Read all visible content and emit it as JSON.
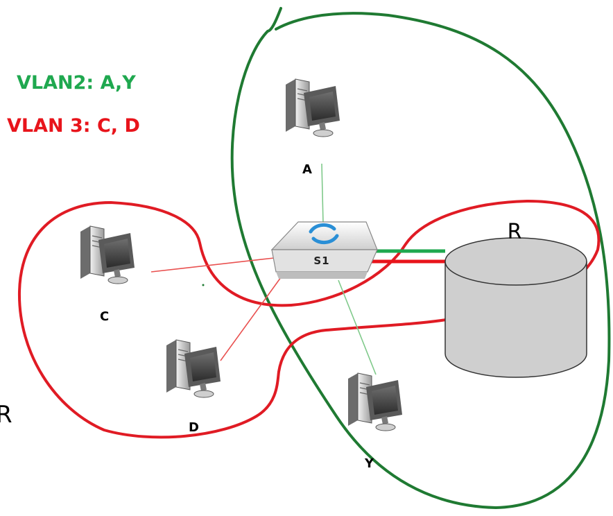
{
  "legend": {
    "vlan2": {
      "text": "VLAN2: A,Y",
      "color": "#1fa84f"
    },
    "vlan3": {
      "text": "VLAN 3: C, D",
      "color": "#e8141b"
    }
  },
  "nodes": {
    "a": "A",
    "c": "C",
    "d": "D",
    "y": "Y",
    "switch": "S1",
    "router": "R"
  },
  "stray_letter": "R",
  "colors": {
    "vlan2_annotation": "#1f7a32",
    "vlan3_annotation": "#e01b24",
    "vlan2_link": "#7fc98a",
    "vlan3_link": "#e9504f",
    "trunk_green": "#1fa84f",
    "trunk_red": "#e8141b",
    "router_fill": "#cfcfcf"
  }
}
